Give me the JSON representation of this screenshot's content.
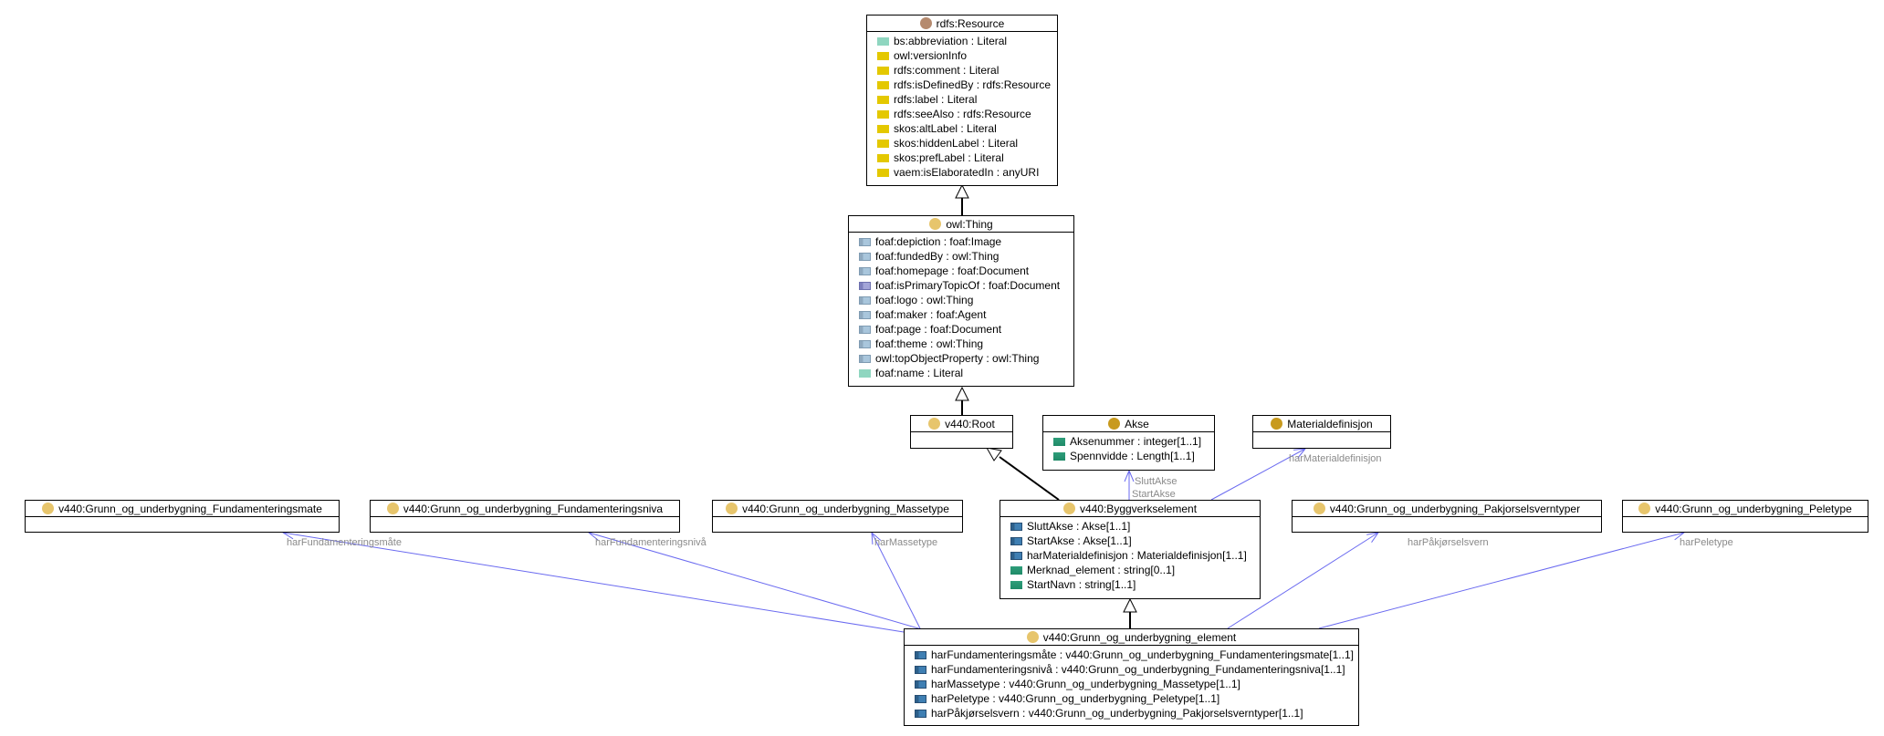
{
  "colors": {
    "class_dot_resource": "#b58a6e",
    "class_dot_thing": "#e7c56c",
    "class_dot_akse": "#c89a1e",
    "association_line": "#6a6af0",
    "edge_label": "#8a8a8a"
  },
  "classes": {
    "resource": {
      "name": "rdfs:Resource",
      "attributes": [
        {
          "label": "bs:abbreviation : Literal",
          "icon": "literal-property-icon"
        },
        {
          "label": "owl:versionInfo",
          "icon": "annotation-property-icon"
        },
        {
          "label": "rdfs:comment : Literal",
          "icon": "annotation-property-icon"
        },
        {
          "label": "rdfs:isDefinedBy : rdfs:Resource",
          "icon": "annotation-property-icon"
        },
        {
          "label": "rdfs:label : Literal",
          "icon": "annotation-property-icon"
        },
        {
          "label": "rdfs:seeAlso : rdfs:Resource",
          "icon": "annotation-property-icon"
        },
        {
          "label": "skos:altLabel : Literal",
          "icon": "annotation-property-icon"
        },
        {
          "label": "skos:hiddenLabel : Literal",
          "icon": "annotation-property-icon"
        },
        {
          "label": "skos:prefLabel : Literal",
          "icon": "annotation-property-icon"
        },
        {
          "label": "vaem:isElaboratedIn : anyURI",
          "icon": "annotation-property-icon"
        }
      ]
    },
    "thing": {
      "name": "owl:Thing",
      "attributes": [
        {
          "label": "foaf:depiction : foaf:Image",
          "icon": "object-property-icon"
        },
        {
          "label": "foaf:fundedBy : owl:Thing",
          "icon": "object-property-icon"
        },
        {
          "label": "foaf:homepage : foaf:Document",
          "icon": "object-property-icon"
        },
        {
          "label": "foaf:isPrimaryTopicOf : foaf:Document",
          "icon": "inverse-property-icon"
        },
        {
          "label": "foaf:logo : owl:Thing",
          "icon": "object-property-icon"
        },
        {
          "label": "foaf:maker : foaf:Agent",
          "icon": "object-property-icon"
        },
        {
          "label": "foaf:page : foaf:Document",
          "icon": "object-property-icon"
        },
        {
          "label": "foaf:theme : owl:Thing",
          "icon": "object-property-icon"
        },
        {
          "label": "owl:topObjectProperty : owl:Thing",
          "icon": "object-property-icon"
        },
        {
          "label": "foaf:name : Literal",
          "icon": "literal-property-icon"
        }
      ]
    },
    "root": {
      "name": "v440:Root",
      "attributes": []
    },
    "akse": {
      "name": "Akse",
      "attributes": [
        {
          "label": "Aksenummer : integer[1..1]",
          "icon": "datatype-property-icon"
        },
        {
          "label": "Spennvidde : Length[1..1]",
          "icon": "datatype-property-icon"
        }
      ]
    },
    "materialdef": {
      "name": "Materialdefinisjon",
      "attributes": []
    },
    "fundmate": {
      "name": "v440:Grunn_og_underbygning_Fundamenteringsmate",
      "attributes": []
    },
    "fundniva": {
      "name": "v440:Grunn_og_underbygning_Fundamenteringsniva",
      "attributes": []
    },
    "massetype": {
      "name": "v440:Grunn_og_underbygning_Massetype",
      "attributes": []
    },
    "bygg": {
      "name": "v440:Byggverkselement",
      "attributes": [
        {
          "label": "SluttAkse : Akse[1..1]",
          "icon": "object-property-icon"
        },
        {
          "label": "StartAkse : Akse[1..1]",
          "icon": "object-property-icon"
        },
        {
          "label": "harMaterialdefinisjon : Materialdefinisjon[1..1]",
          "icon": "object-property-icon"
        },
        {
          "label": "Merknad_element : string[0..1]",
          "icon": "datatype-property-icon"
        },
        {
          "label": "StartNavn : string[1..1]",
          "icon": "datatype-property-icon"
        }
      ]
    },
    "pakjorsel": {
      "name": "v440:Grunn_og_underbygning_Pakjorselsverntyper",
      "attributes": []
    },
    "peletype": {
      "name": "v440:Grunn_og_underbygning_Peletype",
      "attributes": []
    },
    "element": {
      "name": "v440:Grunn_og_underbygning_element",
      "attributes": [
        {
          "label": "harFundamenteringsmåte : v440:Grunn_og_underbygning_Fundamenteringsmate[1..1]",
          "icon": "object-property-icon"
        },
        {
          "label": "harFundamenteringsnivå : v440:Grunn_og_underbygning_Fundamenteringsniva[1..1]",
          "icon": "object-property-icon"
        },
        {
          "label": "harMassetype : v440:Grunn_og_underbygning_Massetype[1..1]",
          "icon": "object-property-icon"
        },
        {
          "label": "harPeletype : v440:Grunn_og_underbygning_Peletype[1..1]",
          "icon": "object-property-icon"
        },
        {
          "label": "harPåkjørselsvern : v440:Grunn_og_underbygning_Pakjorselsverntyper[1..1]",
          "icon": "object-property-icon"
        }
      ]
    }
  },
  "edge_labels": {
    "slutt_akse": "SluttAkse",
    "start_akse": "StartAkse",
    "har_materialdefinisjon": "harMaterialdefinisjon",
    "har_fundamenteringsmate": "harFundamenteringsmåte",
    "har_fundamenteringsniva": "harFundamenteringsnivå",
    "har_massetype": "harMassetype",
    "har_pakjorselsvern": "harPåkjørselsvern",
    "har_peletype": "harPeletype"
  }
}
